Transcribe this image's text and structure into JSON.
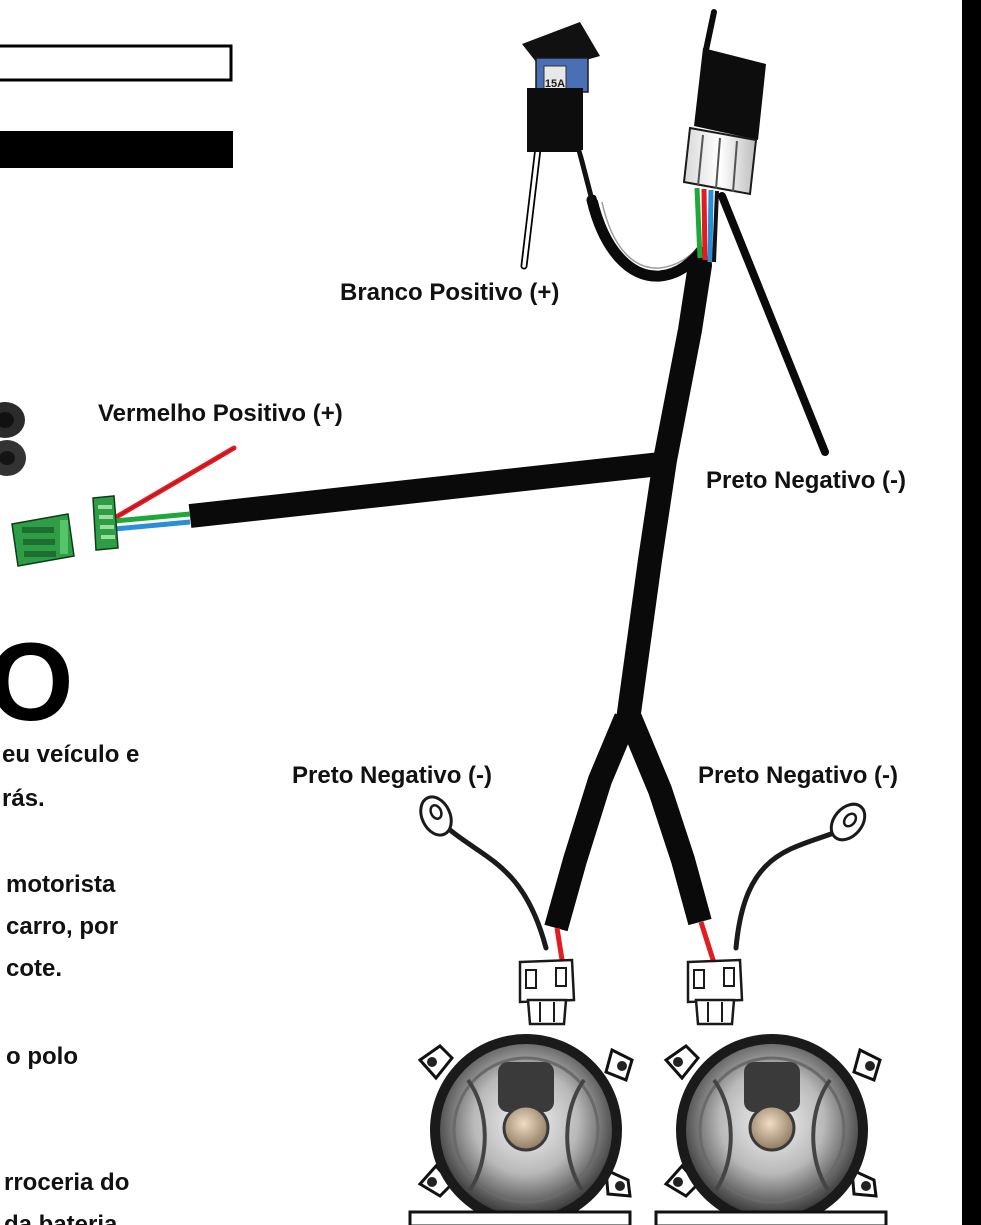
{
  "labels": {
    "branco_positivo": "Branco Positivo (+)",
    "vermelho_positivo": "Vermelho Positivo (+)",
    "preto_negativo_relay": "Preto Negativo (-)",
    "preto_negativo_left": "Preto Negativo (-)",
    "preto_negativo_right": "Preto Negativo (-)",
    "fuse_rating": "15A"
  },
  "cropped_text": {
    "heading_fragment": "O",
    "lines": [
      "eu veículo e",
      "rás.",
      "motorista",
      "carro, por",
      "cote.",
      "o polo",
      "rroceria do",
      "da bateria"
    ]
  },
  "colors": {
    "wire_red": "#e31b23",
    "wire_green": "#1fa83a",
    "wire_blue": "#2a8fd6",
    "connector_green": "#2e9e46",
    "fuse_blue": "#4a6fb5",
    "border": "#000000"
  }
}
